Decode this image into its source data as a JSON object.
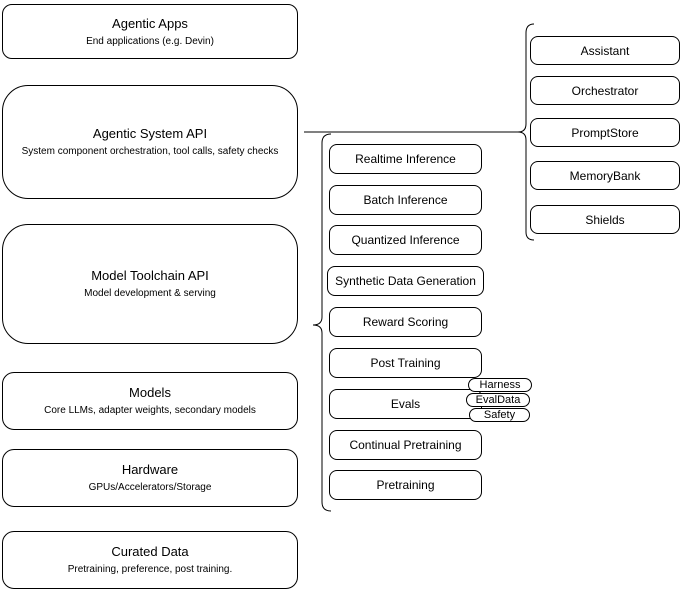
{
  "diagram": {
    "left_stack": [
      {
        "title": "Agentic Apps",
        "subtitle": "End applications (e.g. Devin)"
      },
      {
        "title": "Agentic System API",
        "subtitle": "System component orchestration, tool calls, safety checks"
      },
      {
        "title": "Model Toolchain API",
        "subtitle": "Model development & serving"
      },
      {
        "title": "Models",
        "subtitle": "Core LLMs, adapter weights, secondary models"
      },
      {
        "title": "Hardware",
        "subtitle": "GPUs/Accelerators/Storage"
      },
      {
        "title": "Curated Data",
        "subtitle": "Pretraining, preference, post training."
      }
    ],
    "toolchain_services": [
      "Realtime Inference",
      "Batch Inference",
      "Quantized Inference",
      "Synthetic Data Generation",
      "Reward Scoring",
      "Post Training",
      "Evals",
      "Continual Pretraining",
      "Pretraining"
    ],
    "eval_tags": [
      "Harness",
      "EvalData",
      "Safety"
    ],
    "system_components": [
      "Assistant",
      "Orchestrator",
      "PromptStore",
      "MemoryBank",
      "Shields"
    ],
    "colors": {
      "stroke": "#000000",
      "background": "#ffffff",
      "text": "#000000"
    }
  }
}
